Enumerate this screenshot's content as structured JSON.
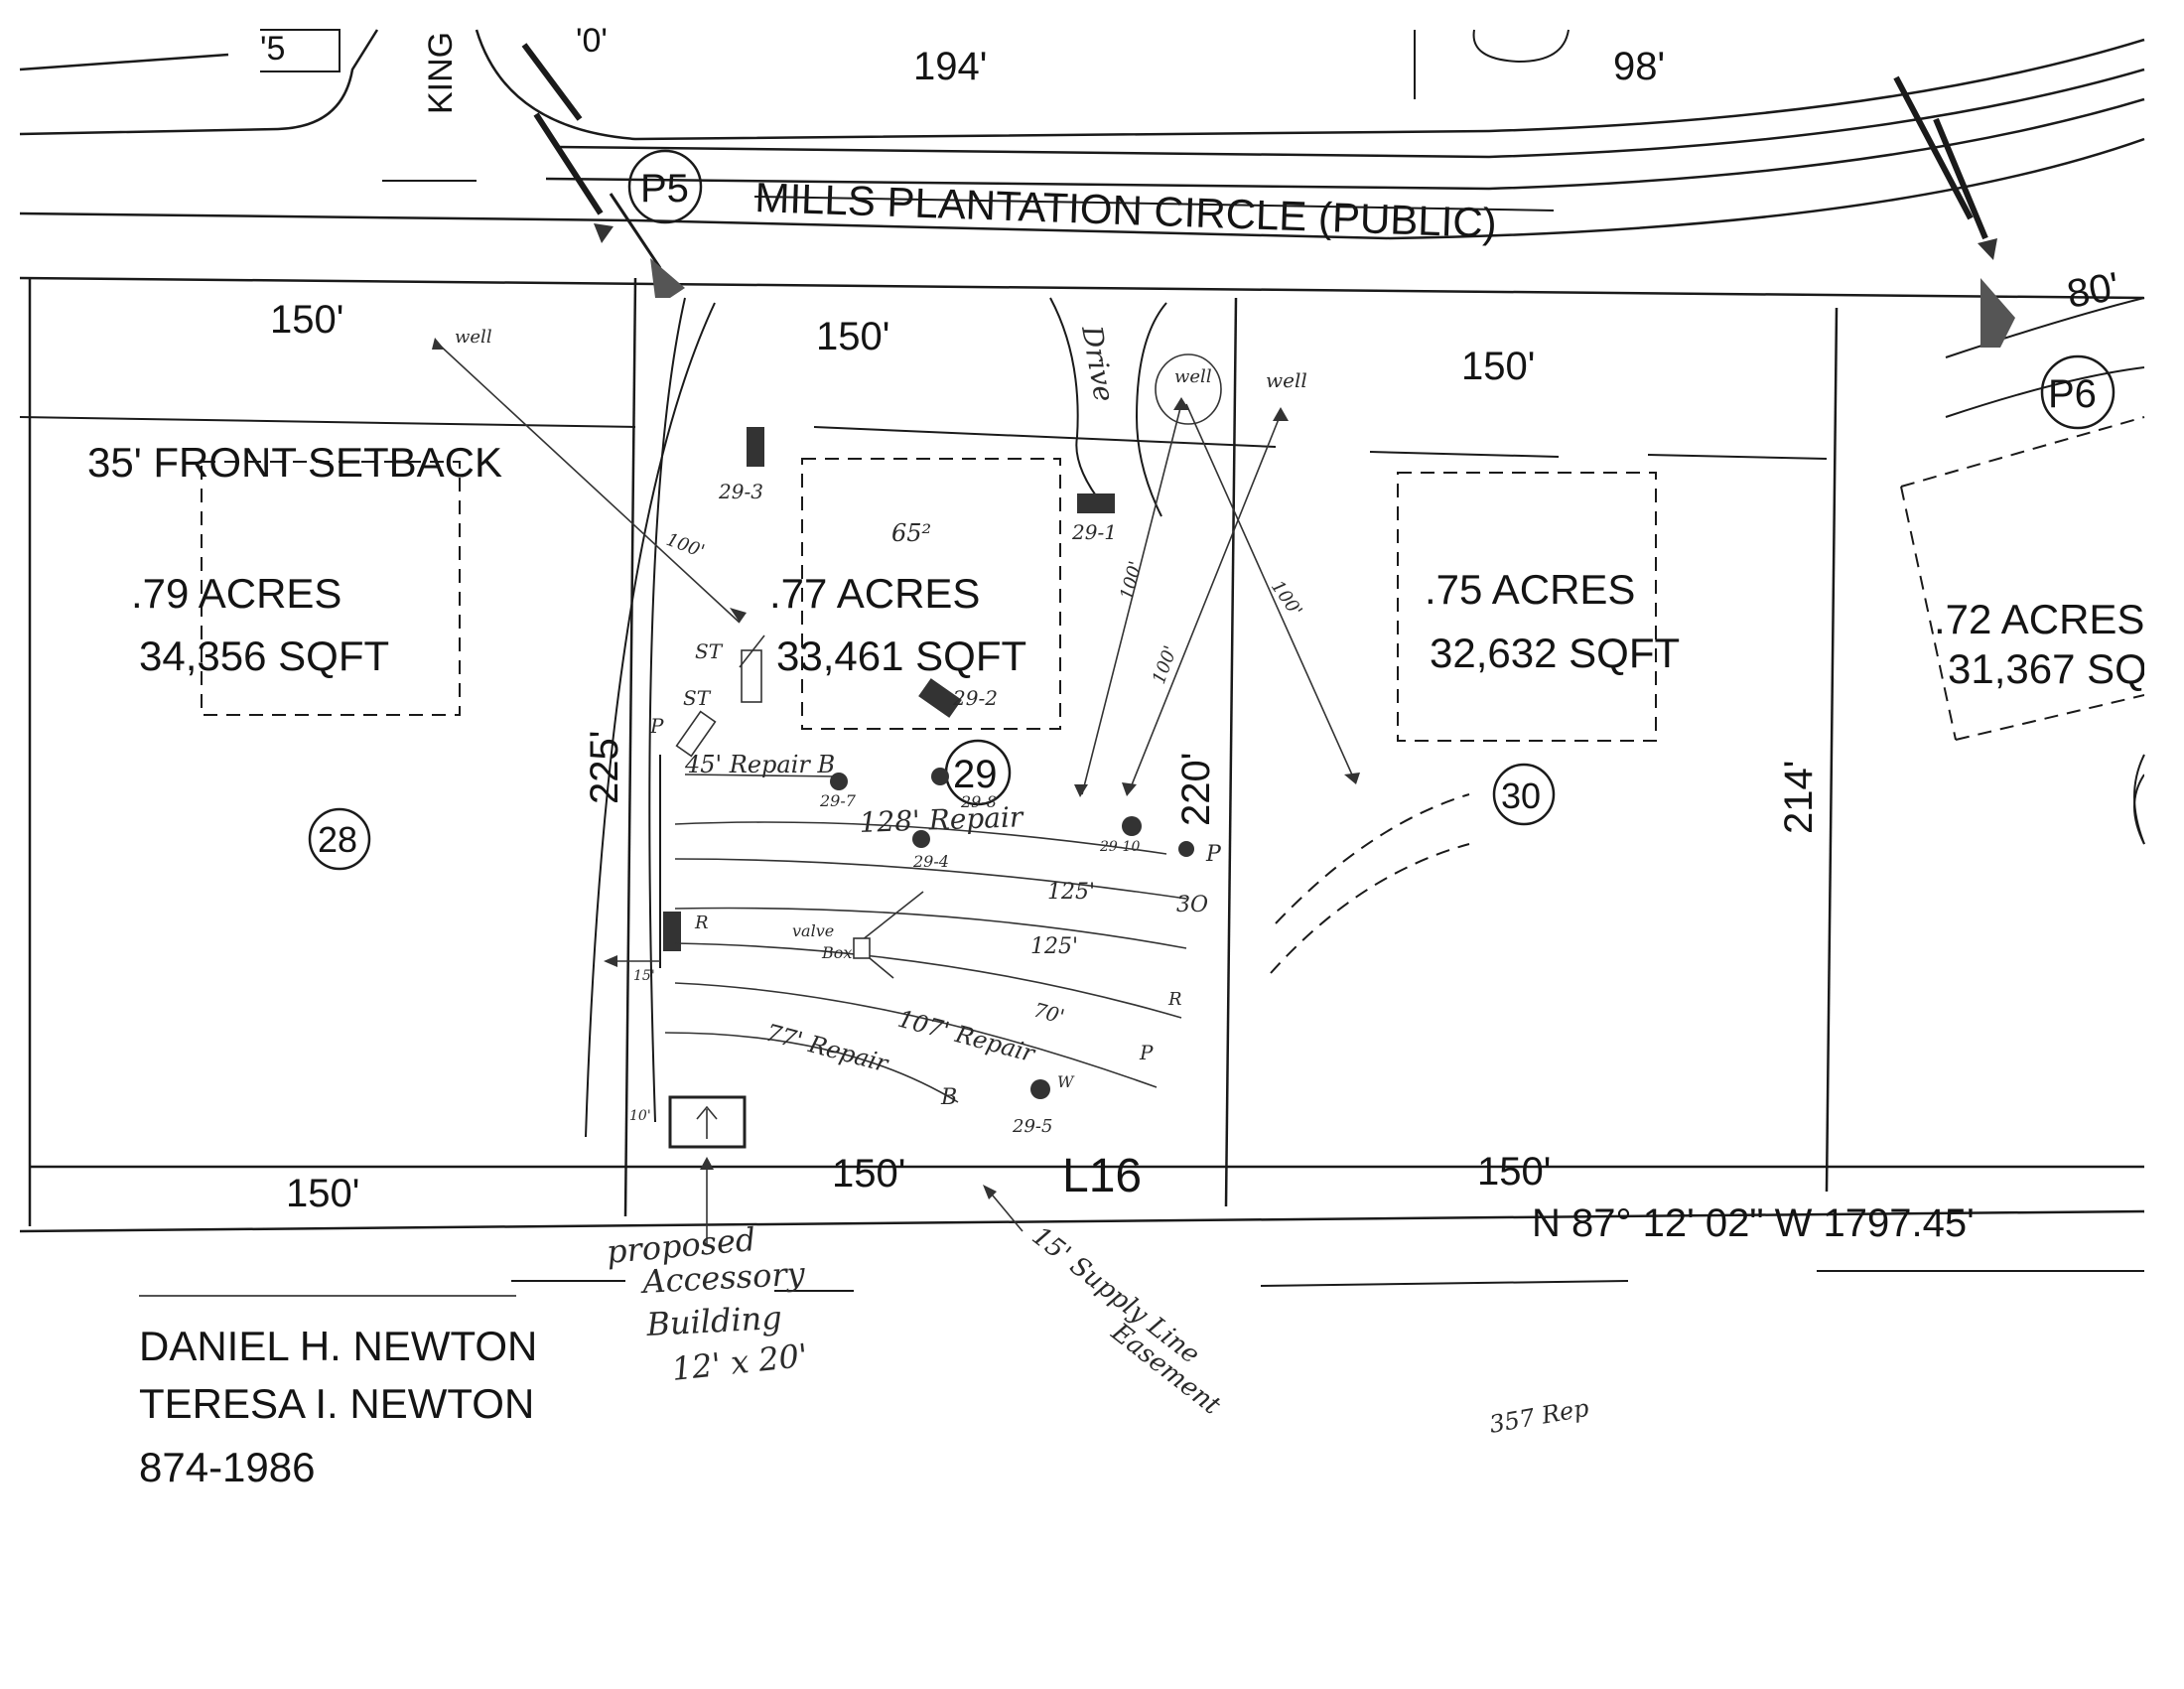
{
  "road": {
    "name": "MILLS PLANTATION CIRCLE (PUBLIC)"
  },
  "street_partial": "KING",
  "points": {
    "p5": "P5",
    "p6": "P6"
  },
  "top_dims": {
    "d194": "194'",
    "d98": "98'",
    "d80": "80'",
    "top_left_partial": "'5",
    "top_partial": "'0'"
  },
  "setback_label": "35' FRONT SETBACK",
  "lots": {
    "lot28": {
      "number": "28",
      "acres": ".79 ACRES",
      "sqft": "34,356 SQFT",
      "front": "150'",
      "rear": "150'"
    },
    "lot29": {
      "number": "29",
      "acres": ".77 ACRES",
      "sqft": "33,461 SQFT",
      "front": "150'",
      "rear": "150'",
      "side_left": "225'",
      "side_right": "220'"
    },
    "lot30": {
      "number": "30",
      "acres": ".75 ACRES",
      "sqft": "32,632 SQFT",
      "front": "150'",
      "rear": "150'",
      "side_right": "214'"
    },
    "lot31": {
      "acres": ".72 ACRES",
      "sqft": "31,367 SQ"
    }
  },
  "line_label": "L16",
  "bearing": "N 87° 12' 02\" W 1797.45'",
  "owners": {
    "line1": "DANIEL H. NEWTON",
    "line2": "TERESA I. NEWTON",
    "line3": "874-1986"
  },
  "handwritten": {
    "drive": "Drive",
    "well": "well",
    "well2": "well",
    "well3": "well",
    "d100a": "100'",
    "d100b": "100'",
    "d100c": "100'",
    "d100d": "100'",
    "house_dim": "65²",
    "tag_29_1": "29-1",
    "tag_29_2": "29-2",
    "tag_29_3": "29-3",
    "tag_29_4": "29-4",
    "tag_29_5": "29-5",
    "tag_29_7": "29-7",
    "tag_29_8": "29-8",
    "tag_29_10": "29-10",
    "st1": "ST",
    "st2": "ST",
    "p_left": "P",
    "repair_b": "45' Repair B",
    "repair_128": "128' Repair",
    "d125a": "125'",
    "d125b": "125'",
    "d70": "70'",
    "repair_107": "107' Repair",
    "repair_77": "77' Repair",
    "lbl_b": "B",
    "lbl_r": "R",
    "lbl_r2": "R",
    "lbl_p": "P",
    "lbl_p2": "P",
    "lbl_w": "W",
    "lbl_3o": "3O",
    "valve_box_1": "valve",
    "valve_box_2": "Box",
    "d15": "15'",
    "d10": "10'",
    "proposed_1": "proposed",
    "proposed_2": "Accessory",
    "proposed_3": "Building",
    "proposed_4": "12' x 20'",
    "supply_1": "15' Supply Line",
    "supply_2": "Easement",
    "note_357": "357 Rep"
  }
}
